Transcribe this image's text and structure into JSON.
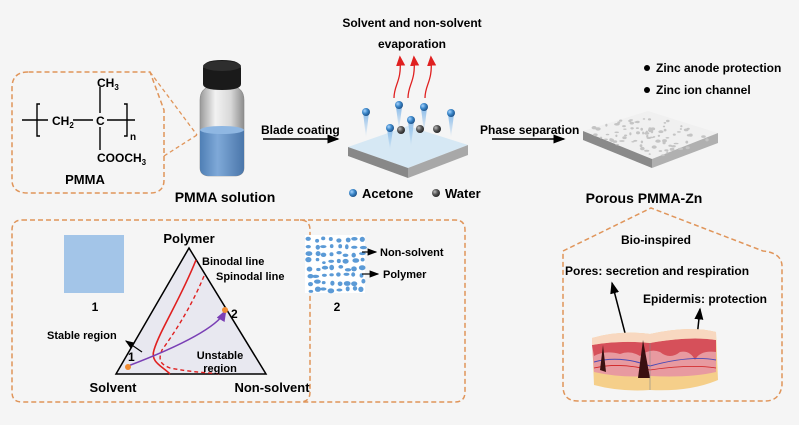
{
  "colors": {
    "background": "#f5f5f5",
    "dash_border": "#e0955a",
    "solution_blue": "#7aa6d6",
    "acetone_blue": "#3a86c8",
    "water_gray": "#555555",
    "binodal_red": "#e02020",
    "path_purple": "#7a3fb5",
    "point_orange": "#f08a30",
    "evaporation_red": "#e02020"
  },
  "pmma_structure": {
    "ch3_top": "CH",
    "ch3_top_sub": "3",
    "ch2": "CH",
    "ch2_sub": "2",
    "carbon": "C",
    "repeat_n": "n",
    "cooch3": "COOCH",
    "cooch3_sub": "3",
    "label": "PMMA"
  },
  "bottle": {
    "label": "PMMA solution"
  },
  "steps": {
    "blade_coating": "Blade coating",
    "phase_separation": "Phase separation"
  },
  "evaporation": {
    "line1": "Solvent and non-solvent",
    "line2": "evaporation"
  },
  "legend": {
    "acetone": "Acetone",
    "water": "Water"
  },
  "product": {
    "label": "Porous PMMA-Zn",
    "bullets": [
      "Zinc anode protection",
      "Zinc ion channel"
    ]
  },
  "phase_diagram": {
    "vertex_top": "Polymer",
    "vertex_left": "Solvent",
    "vertex_right": "Non-solvent",
    "binodal": "Binodal line",
    "spinodal": "Spinodal line",
    "stable": "Stable region",
    "unstable_line1": "Unstable",
    "unstable_line2": "region",
    "point1": "1",
    "point2": "2",
    "state1_label": "1",
    "state2_label": "2",
    "state2_nonsolvent": "Non-solvent",
    "state2_polymer": "Polymer"
  },
  "bio": {
    "title": "Bio-inspired",
    "pores": "Pores: secretion and respiration",
    "epidermis": "Epidermis: protection"
  }
}
